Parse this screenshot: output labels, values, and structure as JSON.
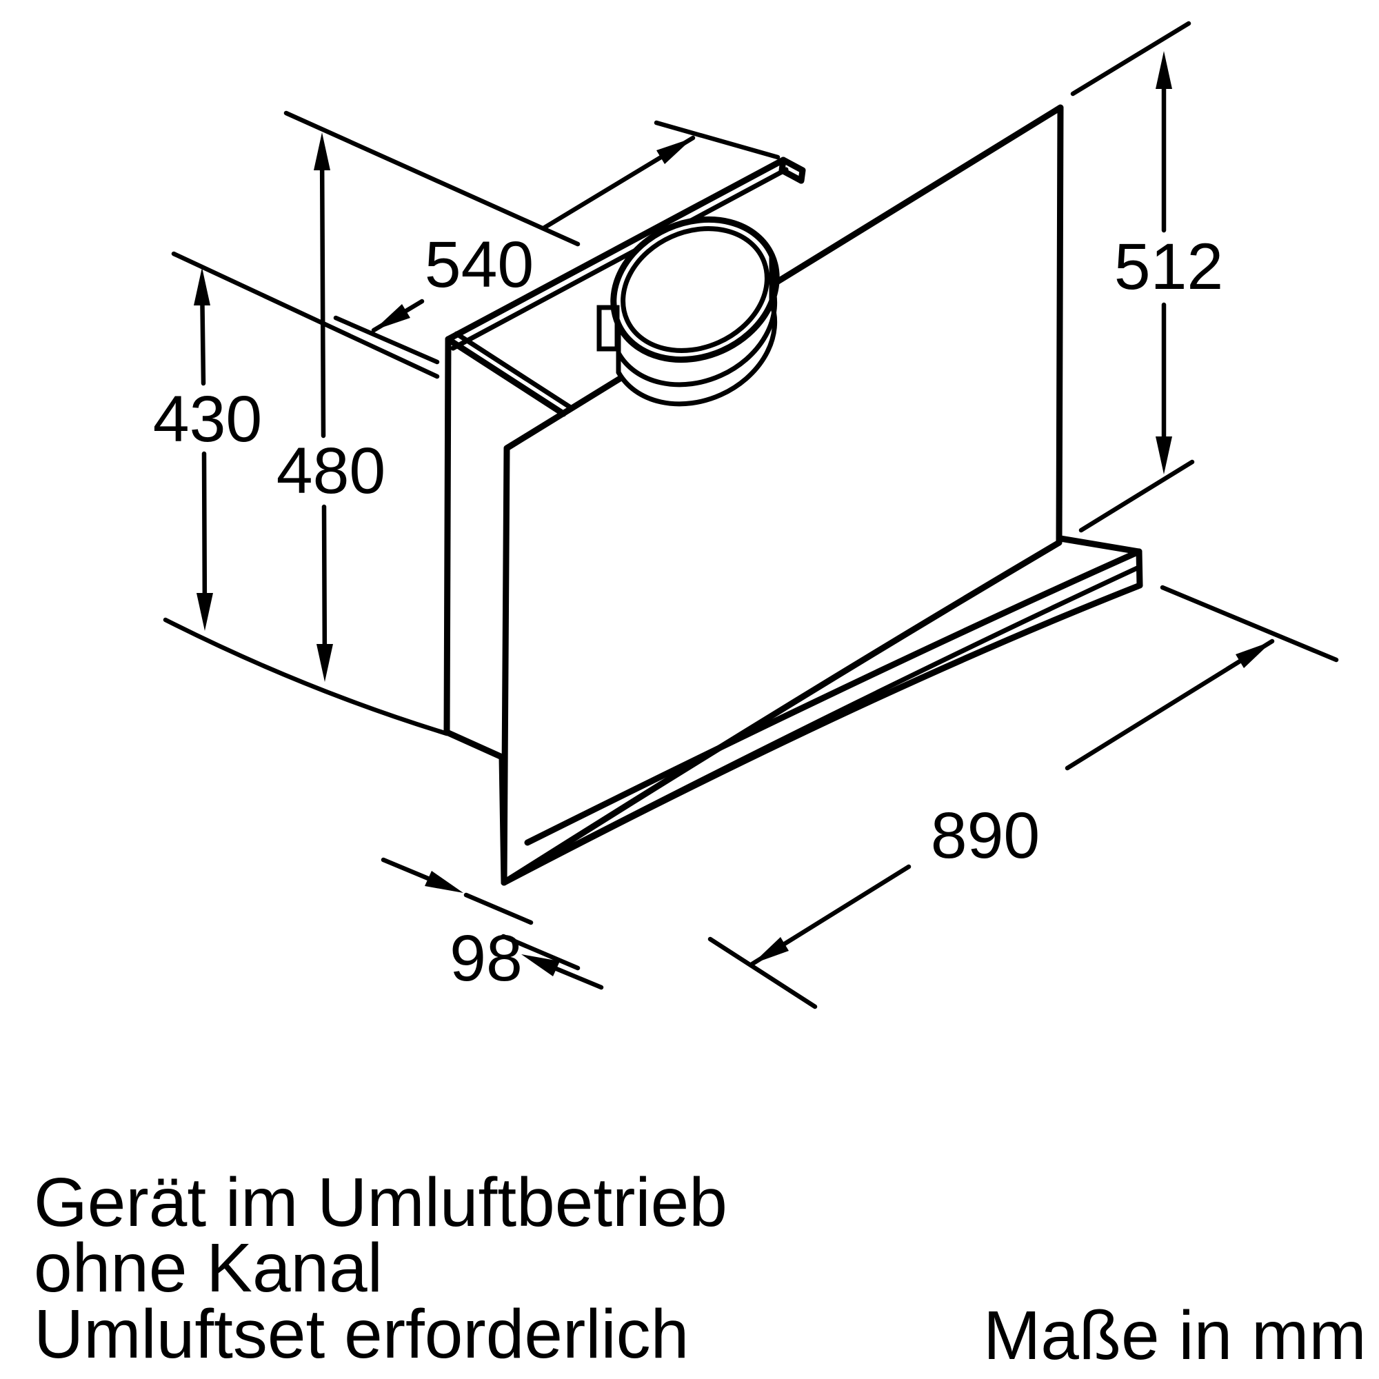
{
  "diagram": {
    "type": "appliance-installation-drawing",
    "subject": "wall-mounted extractor hood in recirculation mode",
    "note_lines": [
      "Gerät im Umluftbetrieb",
      "ohne Kanal",
      "Umluftset erforderlich"
    ],
    "units_label": "Maße in mm",
    "dimensions_mm": {
      "top_duct_width": "540",
      "rear_panel_height": "512",
      "front_inner_height": "430",
      "front_height": "480",
      "hood_width": "890",
      "bottom_depth": "98"
    },
    "colors": {
      "line": "#000000",
      "background": "#ffffff"
    }
  }
}
